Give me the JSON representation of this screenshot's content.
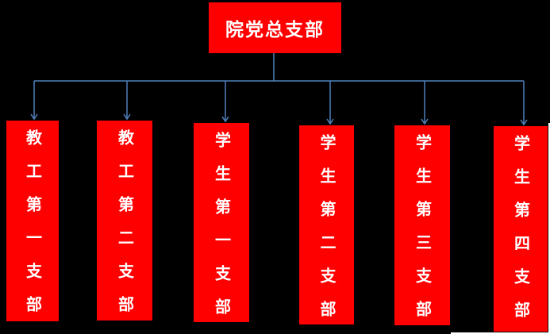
{
  "org": {
    "root": {
      "label": "院党总支部"
    },
    "branches": [
      {
        "label": "教工第一支部"
      },
      {
        "label": "教工第二支部"
      },
      {
        "label": "学生第一支部"
      },
      {
        "label": "学生第二支部"
      },
      {
        "label": "学生第三支部"
      },
      {
        "label": "学生第四支部"
      }
    ]
  },
  "colors": {
    "background": "#000000",
    "node_fill": "#ff0000",
    "node_text": "#ffffff",
    "connector": "#4f81bd",
    "page_edge": "#ffffff"
  }
}
